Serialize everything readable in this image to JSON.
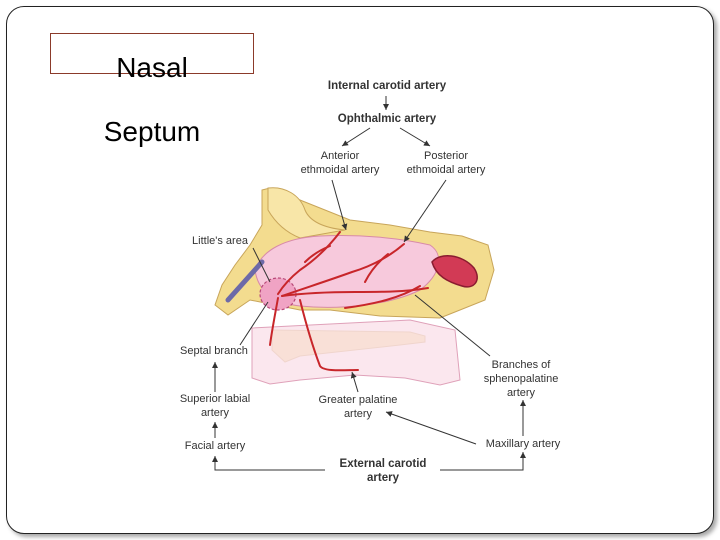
{
  "slide": {
    "title_lines": [
      "Nasal",
      "Septum"
    ]
  },
  "diagram": {
    "top_labels": {
      "internal_carotid": "Internal carotid artery",
      "ophthalmic": "Ophthalmic artery",
      "anterior_ethmoidal": [
        "Anterior",
        "ethmoidal artery"
      ],
      "posterior_ethmoidal": [
        "Posterior",
        "ethmoidal artery"
      ]
    },
    "left_labels": {
      "littles_area": "Little's area",
      "septal_branch": "Septal branch",
      "superior_labial": [
        "Superior labial",
        "artery"
      ],
      "facial": "Facial artery"
    },
    "right_labels": {
      "sphenopalatine_branches": [
        "Branches of",
        "sphenopalatine",
        "artery"
      ],
      "maxillary": "Maxillary artery"
    },
    "bottom_labels": {
      "greater_palatine": [
        "Greater palatine",
        "artery"
      ],
      "external_carotid": [
        "External carotid",
        "artery"
      ]
    },
    "colors": {
      "bone": "#f3dc8f",
      "mucosa": "#f7c9dc",
      "artery": "#c8262a",
      "sinus": "#d23a55",
      "frame": "#222222",
      "title_border": "#8b3a2a"
    }
  }
}
